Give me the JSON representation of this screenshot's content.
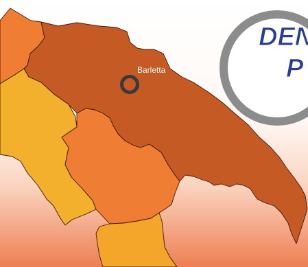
{
  "map": {
    "colors": {
      "background_top": "#ffffff",
      "background_bottom": "#ee7f52",
      "apulia": "#c55a25",
      "molise_campania": "#ef7d33",
      "basilicata": "#ef7d33",
      "lazio_west": "#f3b02d",
      "calabria": "#f3a62a",
      "border": "#3c1a0a"
    },
    "marker": {
      "label": "Barletta",
      "icon": "location-ring-icon"
    }
  },
  "logo": {
    "text_line1": "DEN",
    "text_line2": "P",
    "ring_color": "#8c8c8c",
    "text_color": "#2a3e90"
  }
}
